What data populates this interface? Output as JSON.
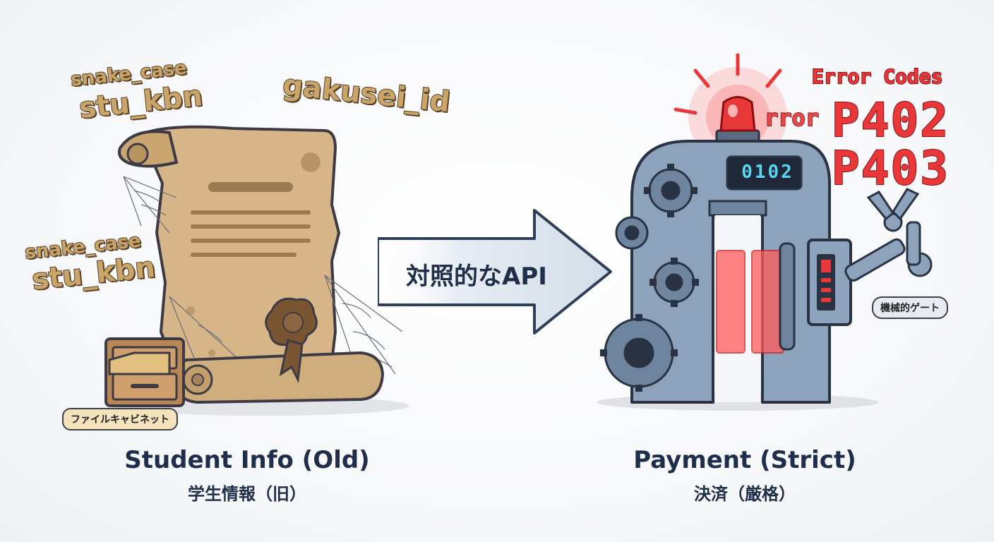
{
  "left": {
    "tags": [
      "snake_case",
      "stu_kbn",
      "gakusei_id",
      "snake_case",
      "stu_kbn"
    ],
    "cabinet_label": "ファイルキャビネット",
    "caption_en": "Student Info (Old)",
    "caption_ja": "学生情報（旧）"
  },
  "center": {
    "arrow_label": "対照的なAPI"
  },
  "right": {
    "error_title": "Error Codes",
    "error_prefix": "rror",
    "codes": [
      "P402",
      "P403"
    ],
    "display": "0102",
    "gate_label": "機械的ゲート",
    "caption_en": "Payment (Strict)",
    "caption_ja": "決済（厳格）"
  },
  "colors": {
    "parchment": "#d9b98a",
    "ink": "#1f2e4a",
    "error_red": "#e8383a",
    "machine_blue": "#7d93ad"
  }
}
